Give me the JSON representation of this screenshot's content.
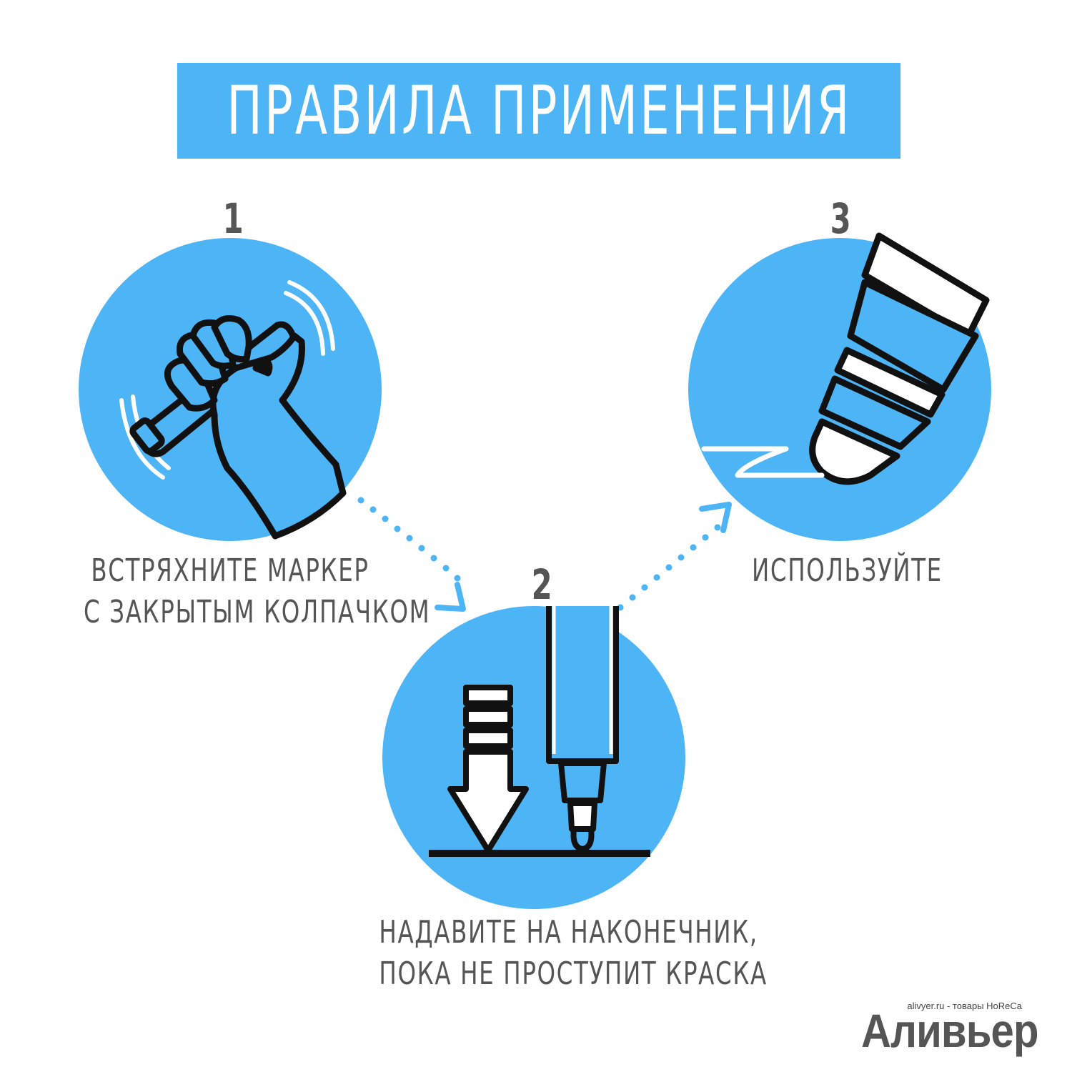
{
  "title": "ПРАВИЛА ПРИМЕНЕНИЯ",
  "steps": [
    {
      "number": "1",
      "caption_line1": "ВСТРЯХНИТЕ МАРКЕР",
      "caption_line2": "С ЗАКРЫТЫМ КОЛПАЧКОМ",
      "icon": "shaking-hand-icon"
    },
    {
      "number": "2",
      "caption_line1": "НАДАВИТЕ НА НАКОНЕЧНИК,",
      "caption_line2": "ПОКА НЕ ПРОСТУПИТ КРАСКА",
      "icon": "press-tip-icon"
    },
    {
      "number": "3",
      "caption_line1": "ИСПОЛЬЗУЙТЕ",
      "icon": "marker-writing-icon"
    }
  ],
  "brand": {
    "tagline": "alivyer.ru - товары HoReCa",
    "name": "Аливьер"
  },
  "colors": {
    "accent": "#4db4f5",
    "text": "#555555",
    "outline": "#111111"
  }
}
